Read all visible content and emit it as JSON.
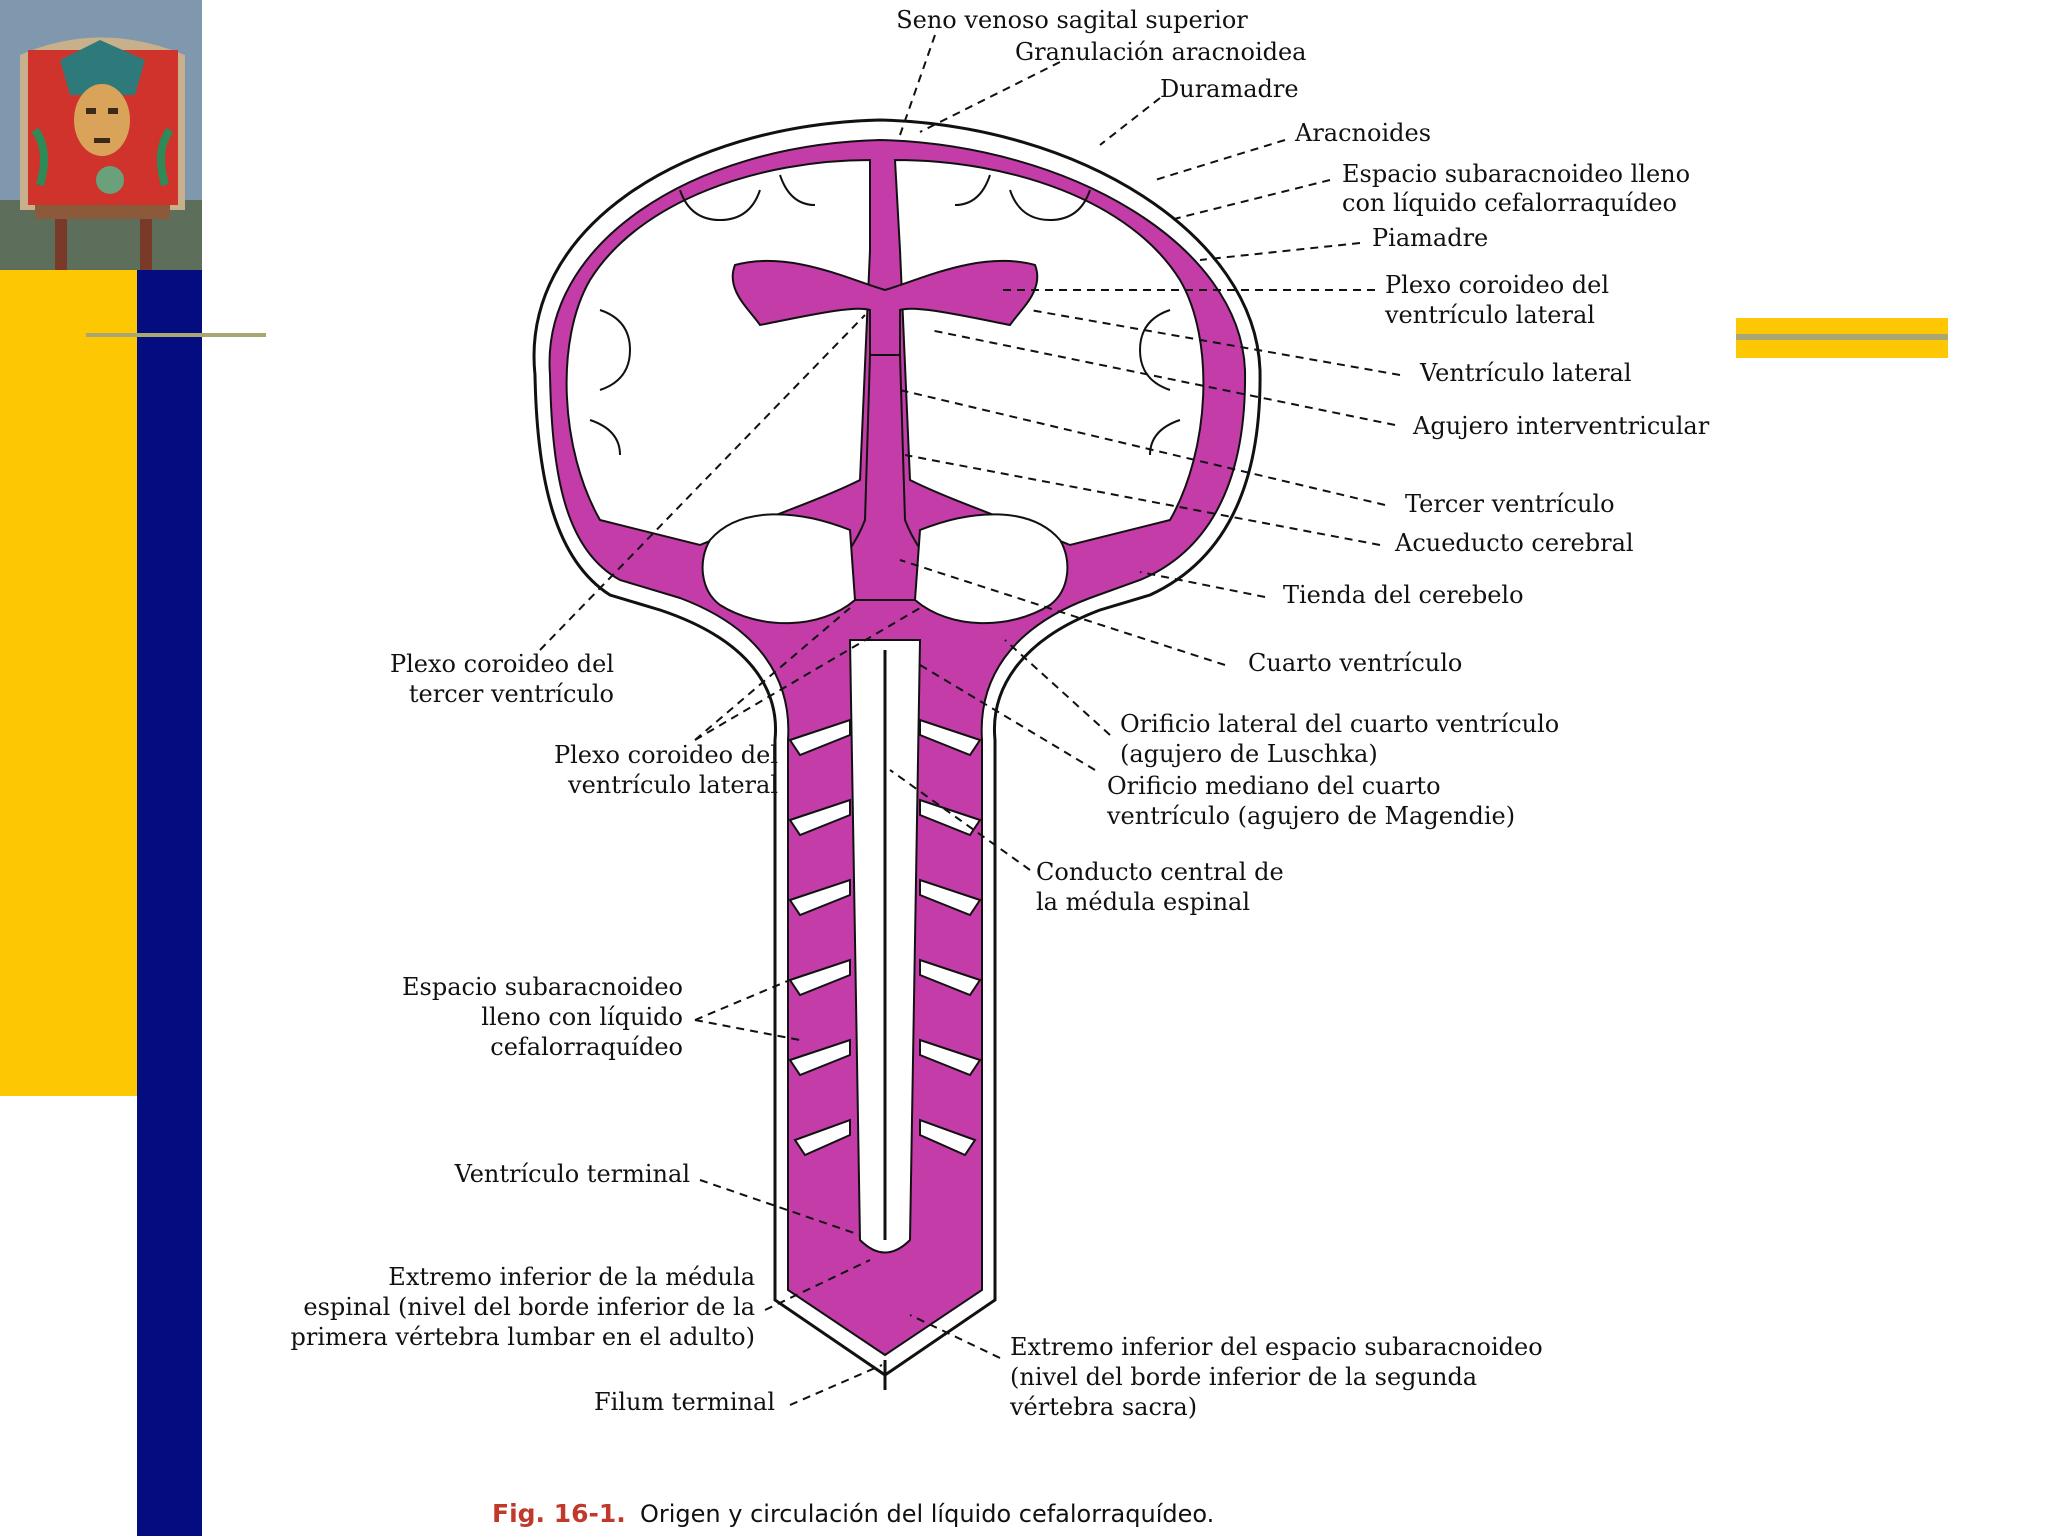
{
  "colors": {
    "csf": "#c33ca8",
    "yellow": "#fdc703",
    "navy": "#040d80",
    "rule": "#a8a774",
    "caption_fig": "#c0392b"
  },
  "labels": {
    "seno": "Seno venoso sagital superior",
    "granulacion": "Granulación aracnoidea",
    "duramadre": "Duramadre",
    "aracnoides": "Aracnoides",
    "espacio_sub_1": "Espacio subaracnoideo lleno",
    "espacio_sub_2": "con líquido cefalorraquídeo",
    "piamadre": "Piamadre",
    "plexo_lat_r1": "Plexo coroideo del",
    "plexo_lat_r2": "ventrículo lateral",
    "vent_lateral": "Ventrículo lateral",
    "agujero_inter": "Agujero interventricular",
    "tercer_vent": "Tercer ventrículo",
    "acueducto": "Acueducto cerebral",
    "tienda": "Tienda del cerebelo",
    "cuarto_vent": "Cuarto ventrículo",
    "orif_lat_1": "Orificio lateral del cuarto ventrículo",
    "orif_lat_2": "(agujero de Luschka)",
    "orif_med_1": "Orificio mediano del cuarto",
    "orif_med_2": "ventrículo (agujero de Magendie)",
    "conducto_1": "Conducto central de",
    "conducto_2": "la médula espinal",
    "plexo_ter_1": "Plexo coroideo del",
    "plexo_ter_2": "tercer ventrículo",
    "plexo_latl_1": "Plexo coroideo del",
    "plexo_latl_2": "ventrículo lateral",
    "esp_l1": "Espacio subaracnoideo",
    "esp_l2": "lleno con líquido",
    "esp_l3": "cefalorraquídeo",
    "vent_terminal": "Ventrículo terminal",
    "extremo_med_1": "Extremo inferior de la médula",
    "extremo_med_2": "espinal (nivel del borde inferior de la",
    "extremo_med_3": "primera vértebra lumbar en el adulto)",
    "filum": "Filum terminal",
    "extremo_esp_1": "Extremo inferior del espacio subaracnoideo",
    "extremo_esp_2": "(nivel del borde inferior de la segunda",
    "extremo_esp_3": "vértebra sacra)"
  },
  "caption": {
    "fig": "Fig. 16-1.",
    "text": "Origen y circulación del líquido cefalorraquídeo."
  }
}
